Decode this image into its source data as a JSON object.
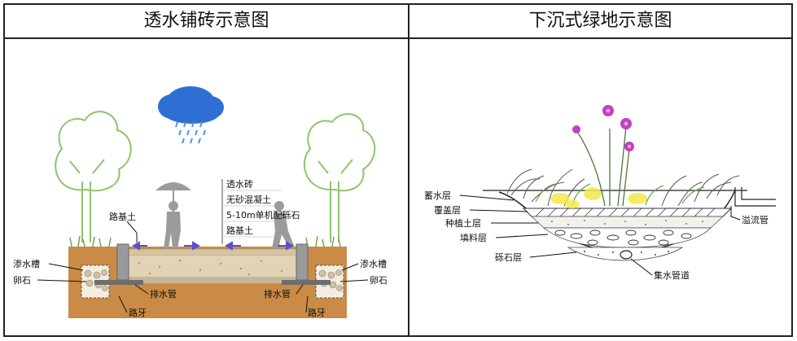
{
  "left_panel": {
    "title": "透水铺砖示意图",
    "layers": [
      "透水砖",
      "无砂混凝土",
      "5-10m单机配砾石",
      "路基土"
    ],
    "labels": {
      "subgrade": "路基土",
      "seepage_left": "渗水槽",
      "seepage_right": "渗水槽",
      "pebble_left": "卵石",
      "pebble_right": "卵石",
      "drain_left": "排水管",
      "drain_right": "排水管",
      "curb_left": "路牙",
      "curb_right": "路牙"
    }
  },
  "right_panel": {
    "title": "下沉式绿地示意图",
    "labels": {
      "storage": "蓄水层",
      "cover": "覆盖层",
      "planting": "种植土层",
      "fill": "填料层",
      "gravel": "砾石层",
      "overflow": "溢流管",
      "collector": "集水管道"
    }
  },
  "colors": {
    "soil": "#c98b45",
    "soil_dark": "#a46a2e",
    "paving": "#d9c5a0",
    "cloud": "#2f6fd3",
    "tree_line": "#8dc46d",
    "flower": "#c040c0",
    "yellow_glow": "#f3e94a"
  }
}
